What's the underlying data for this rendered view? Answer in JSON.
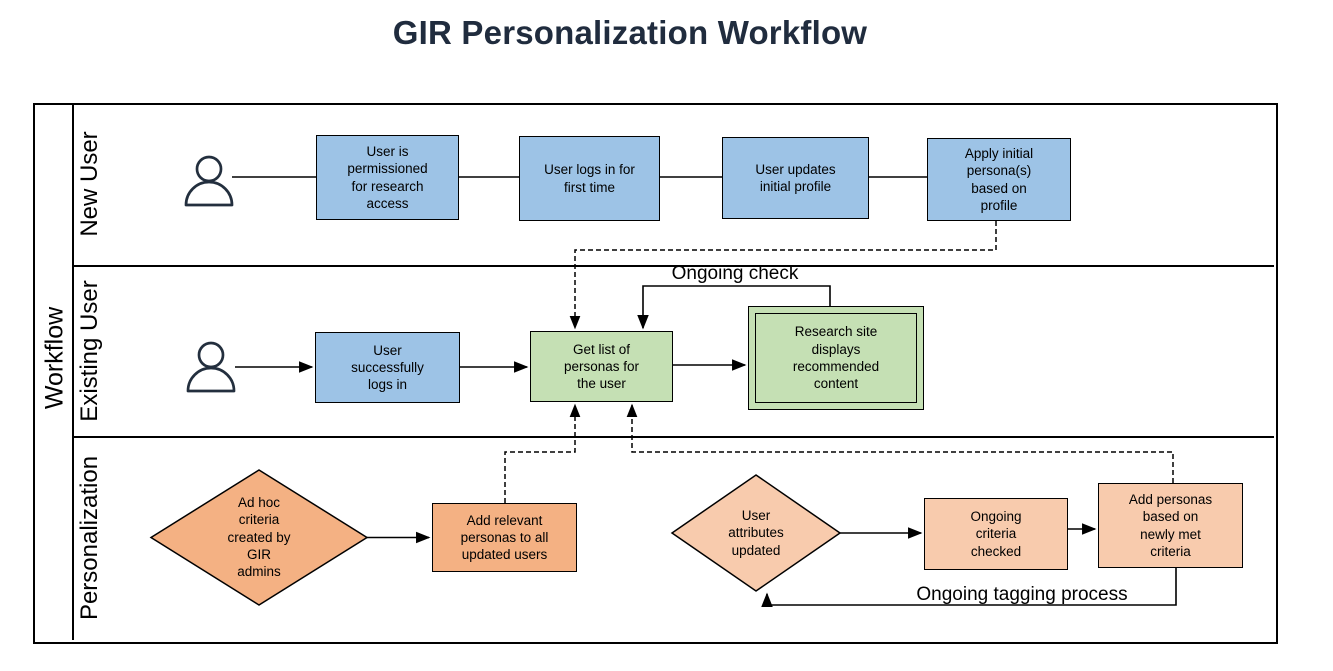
{
  "title": "GIR Personalization Workflow",
  "frame": {
    "label": "Workflow"
  },
  "lanes": [
    {
      "label": "New User",
      "actor_icon": "person-icon",
      "nodes": [
        {
          "id": "user-permissioned",
          "label": "User is\npermissioned\nfor research\naccess"
        },
        {
          "id": "user-first-login",
          "label": "User logs in for\nfirst time"
        },
        {
          "id": "user-updates-profile",
          "label": "User updates\ninitial profile"
        },
        {
          "id": "apply-initial-personas",
          "label": "Apply initial\npersona(s)\nbased on\nprofile"
        }
      ]
    },
    {
      "label": "Existing User",
      "actor_icon": "person-icon",
      "nodes": [
        {
          "id": "user-logs-in",
          "label": "User\nsuccessfully\nlogs in"
        },
        {
          "id": "get-personas",
          "label": "Get list of\npersonas for\nthe user"
        },
        {
          "id": "research-site",
          "label": "Research site\ndisplays\nrecommended\ncontent"
        }
      ]
    },
    {
      "label": "Personalization",
      "nodes": [
        {
          "id": "adhoc-criteria",
          "label": "Ad hoc\ncriteria\ncreated by\nGIR\nadmins"
        },
        {
          "id": "add-relevant-personas",
          "label": "Add relevant\npersonas to all\nupdated users"
        },
        {
          "id": "user-attributes-updated",
          "label": "User\nattributes\nupdated"
        },
        {
          "id": "ongoing-criteria-checked",
          "label": "Ongoing\ncriteria\nchecked"
        },
        {
          "id": "add-personas-new-criteria",
          "label": "Add personas\nbased on\nnewly met\ncriteria"
        }
      ]
    }
  ],
  "edge_labels": {
    "ongoing_check": "Ongoing check",
    "ongoing_tagging": "Ongoing tagging process"
  },
  "colors": {
    "process_blue": "#9DC3E6",
    "process_green": "#C5E0B4",
    "accent_orange": "#F4B183",
    "accent_peach": "#F8CBAD",
    "ink_navy": "#202C3E",
    "line_black": "#000000"
  }
}
